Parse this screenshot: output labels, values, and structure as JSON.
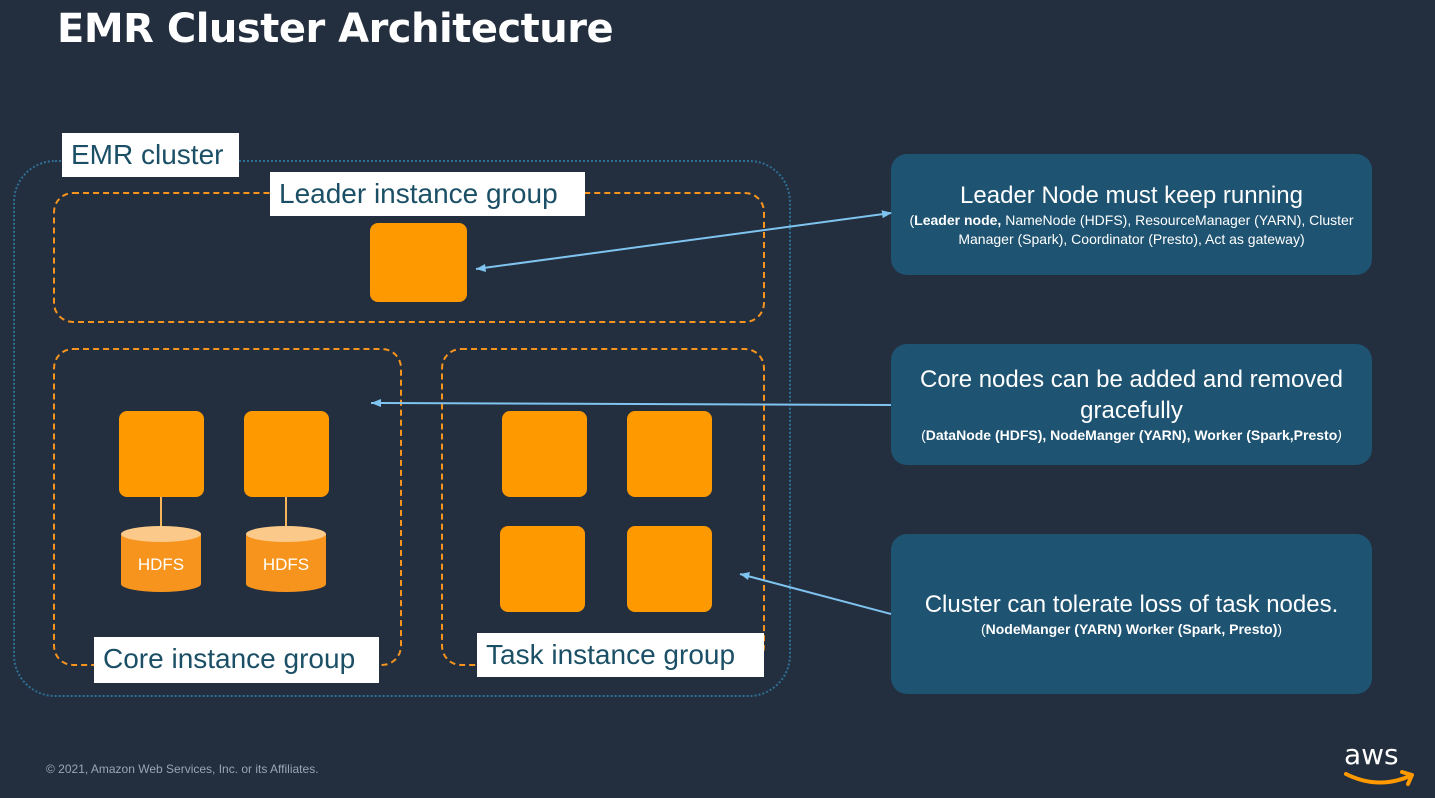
{
  "title": "EMR Cluster Architecture",
  "cluster_label": "EMR cluster",
  "groups": {
    "leader": "Leader instance group",
    "core": "Core instance group",
    "task": "Task instance group"
  },
  "hdfs_label": "HDFS",
  "callouts": [
    {
      "heading": "Leader Node must keep running",
      "body_bold": "Leader node,",
      "body_rest": " NameNode (HDFS), ResourceManager (YARN), Cluster Manager (Spark), Coordinator (Presto), Act as gateway)",
      "open_paren": "("
    },
    {
      "heading": "Core nodes can be added and removed gracefully",
      "body_bold": "DataNode (HDFS), NodeManger (YARN), Worker (Spark,Presto",
      "open_paren": "(",
      "close_paren": ")"
    },
    {
      "heading": "Cluster can tolerate loss of task nodes.",
      "body_bold": "NodeManger (YARN) Worker (Spark, Presto)",
      "open_paren": "(",
      "close_paren": ")"
    }
  ],
  "footer": "© 2021, Amazon Web Services, Inc. or its Affiliates.",
  "logo_text": "aws",
  "colors": {
    "background": "#232f3e",
    "node": "#ff9900",
    "group_border": "#f7941d",
    "callout": "#1e5372",
    "arrow": "#7fc4f0"
  }
}
